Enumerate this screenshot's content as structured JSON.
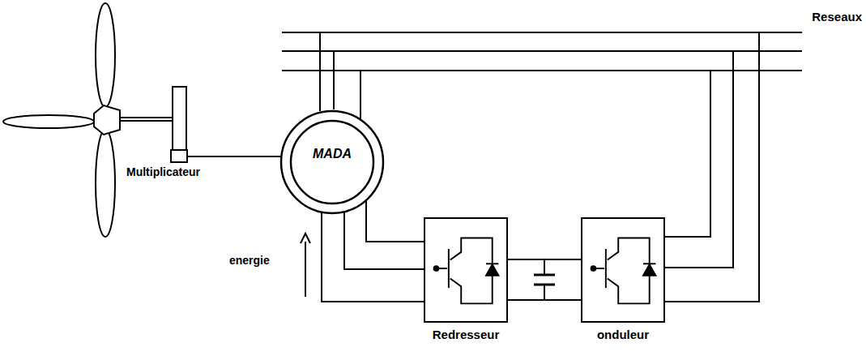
{
  "diagram": {
    "nodes": [
      {
        "text": [
          "MADA"
        ]
      },
      {
        "text": [
          "Redresseur"
        ]
      },
      {
        "text": [
          "onduleur"
        ]
      }
    ],
    "edges": [
      {
        "from": 0,
        "to": 1,
        "arrow": "none"
      },
      {
        "from": 1,
        "to": 2,
        "arrow": "none"
      }
    ],
    "labels": [
      "Reseaux",
      "Multiplicateur",
      "energie"
    ]
  }
}
